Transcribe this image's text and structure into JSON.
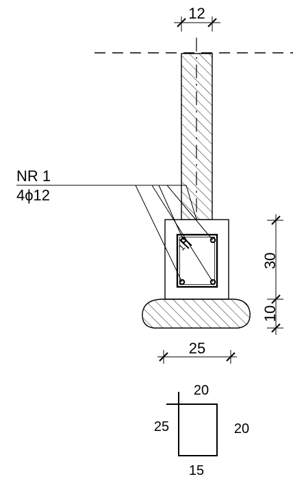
{
  "dimensions": {
    "wall_thickness": "12",
    "beam_height": "30",
    "footing_height": "10",
    "beam_width": "25"
  },
  "bar_label": {
    "mark": "NR 1",
    "spec": "4ϕ12"
  },
  "stirrup_mark": "1",
  "stirrup_shape": {
    "top": "20",
    "left": "25",
    "right": "20",
    "bottom": "15"
  }
}
